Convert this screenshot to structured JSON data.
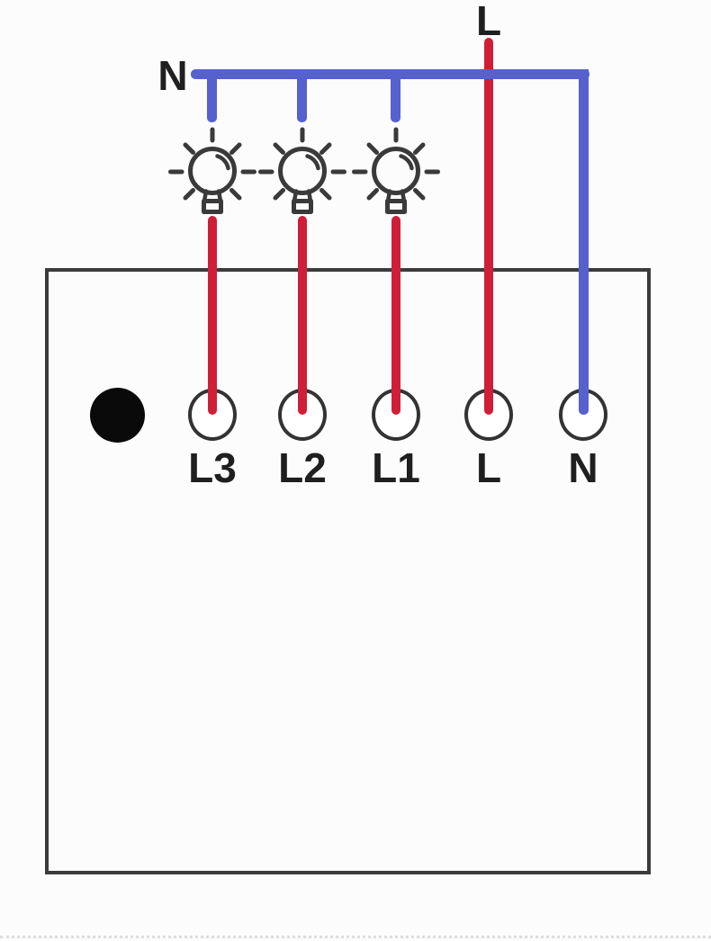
{
  "supply": {
    "live_label": "L",
    "neutral_label": "N"
  },
  "terminals": [
    {
      "label": "L3",
      "wire": "live"
    },
    {
      "label": "L2",
      "wire": "live"
    },
    {
      "label": "L1",
      "wire": "live"
    },
    {
      "label": "L",
      "wire": "live"
    },
    {
      "label": "N",
      "wire": "neutral"
    }
  ],
  "loads": {
    "count": 3,
    "icon": "light-bulb"
  },
  "colors": {
    "live_wire": "#cf1f38",
    "neutral_wire": "#5661cd",
    "outline": "#3a3a3a",
    "text": "#1f1f1f",
    "indicator_dot": "#0a0a0a",
    "background": "#fcfcfc"
  }
}
